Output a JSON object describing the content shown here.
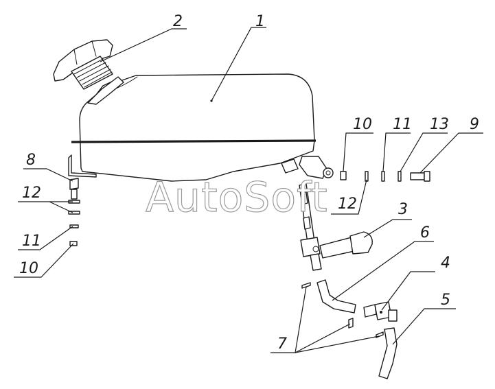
{
  "watermark": "AutoSoft",
  "callouts": {
    "c1": "1",
    "c2": "2",
    "c3": "3",
    "c4": "4",
    "c5": "5",
    "c6": "6",
    "c7": "7",
    "c8": "8",
    "c9": "9",
    "c10a": "10",
    "c10b": "10",
    "c11a": "11",
    "c11b": "11",
    "c12a": "12",
    "c12b": "12",
    "c13": "13"
  }
}
